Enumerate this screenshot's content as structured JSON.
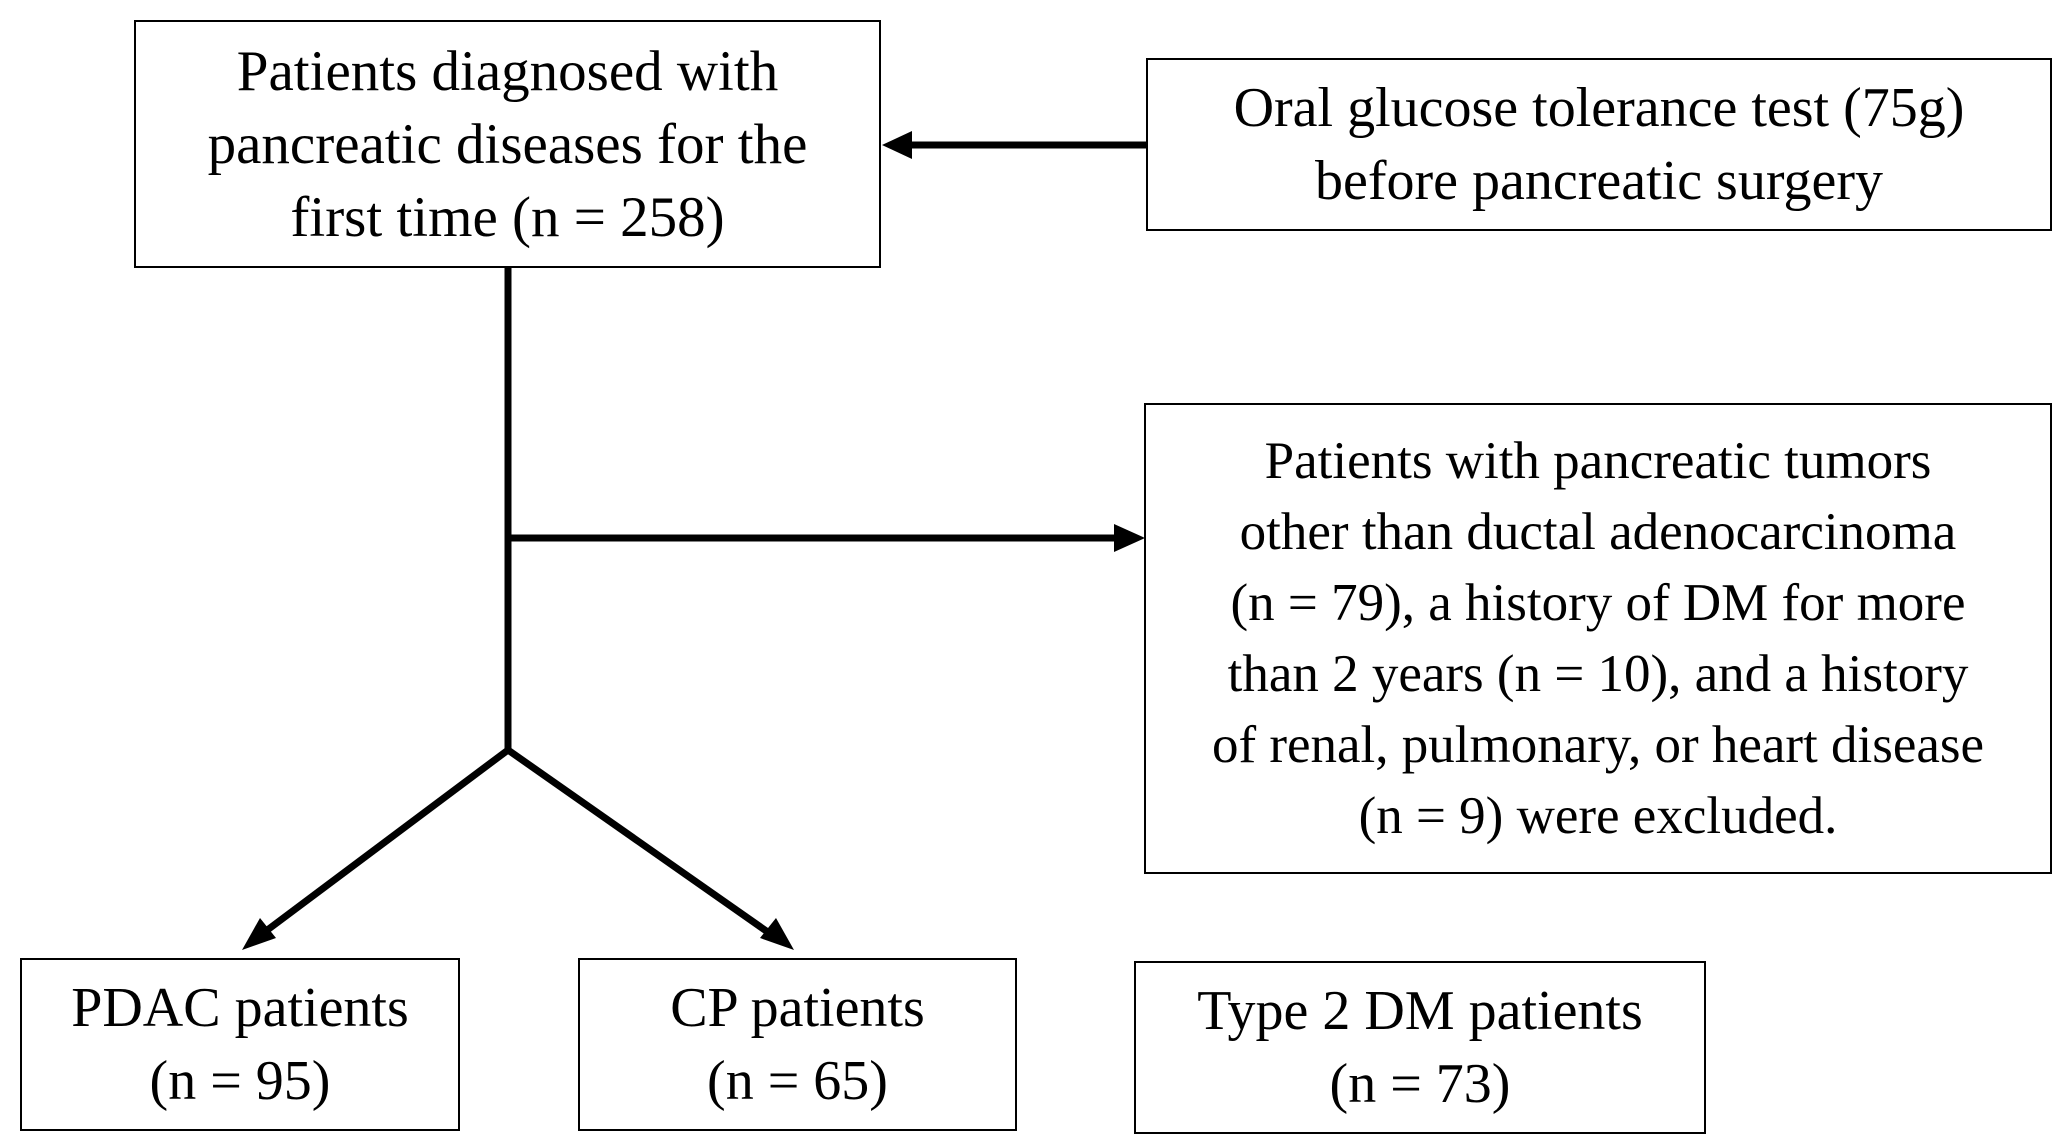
{
  "colors": {
    "stroke": "#000000",
    "background": "#ffffff"
  },
  "boxes": {
    "source": {
      "lines": [
        "Patients diagnosed with",
        "pancreatic diseases for the",
        "first time (n = 258)"
      ]
    },
    "ogtt": {
      "lines": [
        "Oral glucose tolerance test (75g)",
        "before pancreatic surgery"
      ]
    },
    "exclusion": {
      "lines": [
        "Patients with pancreatic tumors",
        "other than ductal adenocarcinoma",
        "(n = 79), a history of DM for more",
        "than 2 years (n = 10), and a history",
        "of renal, pulmonary, or heart disease",
        "(n = 9) were excluded."
      ]
    },
    "pdac": {
      "lines": [
        "PDAC patients",
        "(n = 95)"
      ]
    },
    "cp": {
      "lines": [
        "CP patients",
        "(n = 65)"
      ]
    },
    "t2dm": {
      "lines": [
        "Type 2 DM patients",
        "(n = 73)"
      ]
    }
  }
}
